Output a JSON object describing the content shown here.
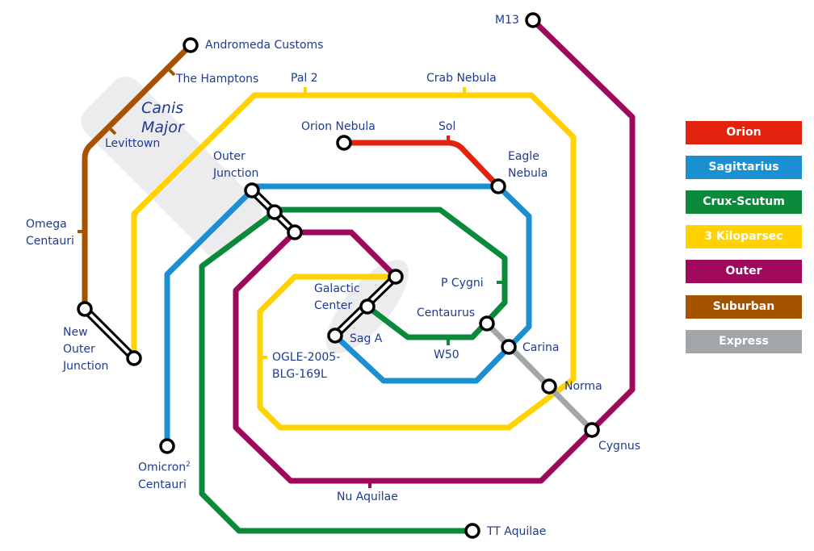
{
  "zones": {
    "canis_major": "Canis\nMajor"
  },
  "stations": {
    "andromeda": "Andromeda Customs",
    "hamptons": "The Hamptons",
    "levittown": "Levittown",
    "omega": "Omega\nCentauri",
    "new_outer": "New\nOuter\nJunction",
    "outer_junction": "Outer\nJunction",
    "pal2": "Pal 2",
    "crab": "Crab Nebula",
    "orion_nebula": "Orion Nebula",
    "sol": "Sol",
    "eagle": "Eagle\nNebula",
    "m13": "M13",
    "galactic_center": "Galactic\nCenter",
    "sag_a": "Sag A",
    "p_cygni": "P Cygni",
    "centaurus": "Centaurus",
    "w50": "W50",
    "carina": "Carina",
    "norma": "Norma",
    "cygnus": "Cygnus",
    "ogle": "OGLE-2005-\nBLG-169L",
    "omicron": "Omicron",
    "omicron_sup": "2",
    "omicron_2": "Centauri",
    "nu_aquilae": "Nu Aquilae",
    "tt_aquilae": "TT Aquilae"
  },
  "legend": [
    {
      "label": "Orion",
      "color": "#e3230e"
    },
    {
      "label": "Sagittarius",
      "color": "#1a8fd2"
    },
    {
      "label": "Crux-Scutum",
      "color": "#0b8a3c"
    },
    {
      "label": "3 Kiloparsec",
      "color": "#ffd200"
    },
    {
      "label": "Outer",
      "color": "#a0085c"
    },
    {
      "label": "Suburban",
      "color": "#a65300"
    },
    {
      "label": "Express",
      "color": "#a2a6a9"
    }
  ]
}
